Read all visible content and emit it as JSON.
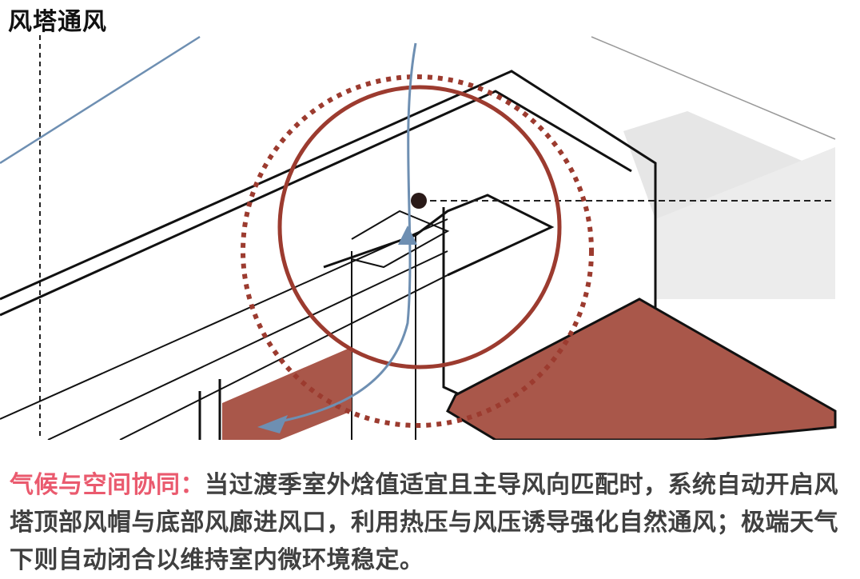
{
  "title": "风塔通风",
  "caption": {
    "highlight": "气候与空间协同：",
    "body": "当过渡季室外焓值适宜且主导风向匹配时，系统自动开启风塔顶部风帽与底部风廊进风口，利用热压与风压诱导强化自然通风；极端天气下则自动闭合以维持室内微环境稳定。"
  },
  "colors": {
    "floor_fill": "#a9574a",
    "circle_stroke": "#9c3b2f",
    "airflow": "#6e8fb2",
    "highlight_text": "#ea5a6e",
    "body_text": "#404040"
  }
}
